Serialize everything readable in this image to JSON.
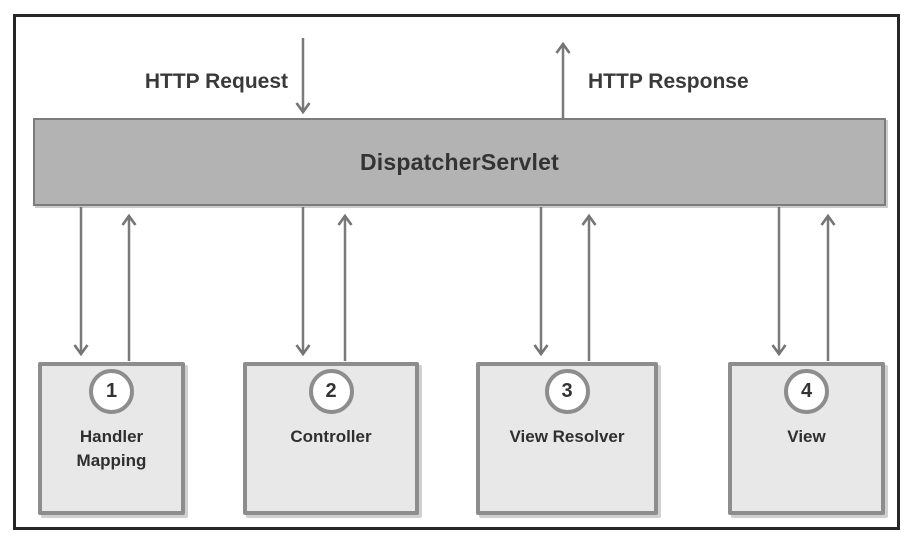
{
  "diagram": {
    "dispatcher_label": "DispatcherServlet",
    "http_request_label": "HTTP Request",
    "http_response_label": "HTTP Response",
    "boxes": [
      {
        "number": "1",
        "label": "Handler Mapping"
      },
      {
        "number": "2",
        "label": "Controller"
      },
      {
        "number": "3",
        "label": "View Resolver"
      },
      {
        "number": "4",
        "label": "View"
      }
    ],
    "colors": {
      "bar_fill": "#b3b3b3",
      "bar_border": "#7c7c7c",
      "box_fill": "#e8e8e8",
      "box_border": "#8d8d8d",
      "arrow": "#757575",
      "frame_border": "#262626",
      "text": "#333333"
    }
  }
}
